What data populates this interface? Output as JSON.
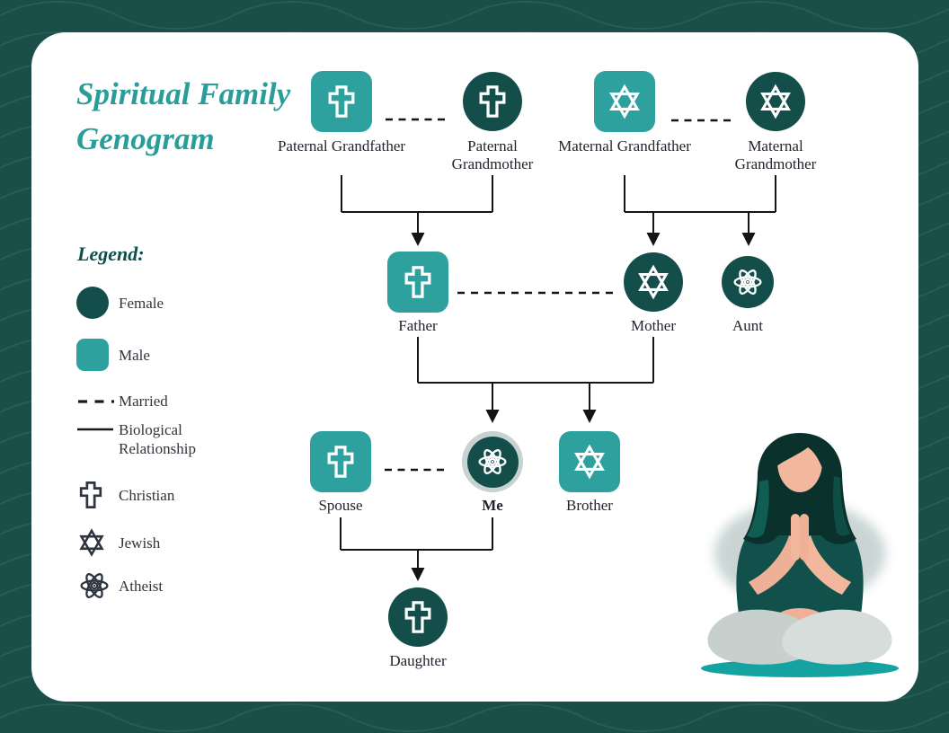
{
  "page_title": "Spiritual Family Genogram",
  "legend": {
    "heading": "Legend:",
    "items": [
      {
        "label": "Female",
        "symbol": "female-circle",
        "color": "#134E4B"
      },
      {
        "label": "Male",
        "symbol": "male-square",
        "color": "#2EA09E"
      },
      {
        "label": "Married",
        "symbol": "dashed-line"
      },
      {
        "label": "Biological Relationship",
        "symbol": "solid-line"
      },
      {
        "label": "Christian",
        "symbol": "cross-icon"
      },
      {
        "label": "Jewish",
        "symbol": "star-of-david-icon"
      },
      {
        "label": "Atheist",
        "symbol": "atom-icon"
      }
    ]
  },
  "nodes": {
    "paternal_grandfather": {
      "label": "Paternal Grandfather",
      "gender": "male",
      "religion": "Christian"
    },
    "paternal_grandmother": {
      "label": "Paternal Grandmother",
      "gender": "female",
      "religion": "Christian"
    },
    "maternal_grandfather": {
      "label": "Maternal Grandfather",
      "gender": "male",
      "religion": "Jewish"
    },
    "maternal_grandmother": {
      "label": "Maternal Grandmother",
      "gender": "female",
      "religion": "Jewish"
    },
    "father": {
      "label": "Father",
      "gender": "male",
      "religion": "Christian"
    },
    "mother": {
      "label": "Mother",
      "gender": "female",
      "religion": "Jewish"
    },
    "aunt": {
      "label": "Aunt",
      "gender": "female",
      "religion": "Atheist"
    },
    "spouse": {
      "label": "Spouse",
      "gender": "male",
      "religion": "Christian"
    },
    "me": {
      "label": "Me",
      "gender": "female",
      "religion": "Atheist",
      "highlighted": true
    },
    "brother": {
      "label": "Brother",
      "gender": "male",
      "religion": "Jewish"
    },
    "daughter": {
      "label": "Daughter",
      "gender": "female",
      "religion": "Christian"
    }
  },
  "relationships": [
    {
      "type": "married",
      "between": [
        "Paternal Grandfather",
        "Paternal Grandmother"
      ]
    },
    {
      "type": "married",
      "between": [
        "Maternal Grandfather",
        "Maternal Grandmother"
      ]
    },
    {
      "type": "married",
      "between": [
        "Father",
        "Mother"
      ]
    },
    {
      "type": "married",
      "between": [
        "Spouse",
        "Me"
      ]
    },
    {
      "type": "biological",
      "parents": [
        "Paternal Grandfather",
        "Paternal Grandmother"
      ],
      "children": [
        "Father"
      ]
    },
    {
      "type": "biological",
      "parents": [
        "Maternal Grandfather",
        "Maternal Grandmother"
      ],
      "children": [
        "Mother",
        "Aunt"
      ]
    },
    {
      "type": "biological",
      "parents": [
        "Father",
        "Mother"
      ],
      "children": [
        "Me",
        "Brother"
      ]
    },
    {
      "type": "biological",
      "parents": [
        "Spouse",
        "Me"
      ],
      "children": [
        "Daughter"
      ]
    }
  ],
  "colors": {
    "background": "#1A4E48",
    "card": "#FFFFFF",
    "accent_teal": "#2EA09E",
    "dark_teal": "#134E4B",
    "title_text": "#2A9D9B",
    "legend_heading": "#0B4F4C",
    "label_text": "#23232E",
    "line": "#141414",
    "me_ring": "#C8D2D0"
  },
  "illustration": {
    "name": "meditating-woman",
    "description": "Woman seated cross-legged, hands in prayer"
  }
}
